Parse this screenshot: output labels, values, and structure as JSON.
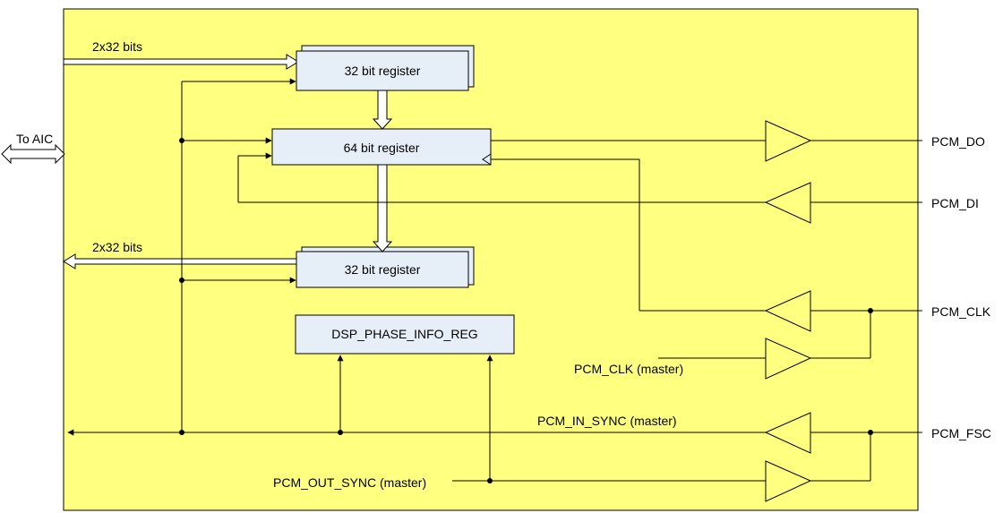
{
  "colors": {
    "block_fill": "#ffff80",
    "register_fill": "#e6eef8",
    "line": "#000000",
    "bus_fill": "#ffffff"
  },
  "labels": {
    "to_aic": "To AIC",
    "bus_in": "2x32 bits",
    "bus_out": "2x32 bits",
    "reg_top": "32 bit register",
    "reg_mid": "64 bit register",
    "reg_bottom": "32 bit register",
    "phase_reg": "DSP_PHASE_INFO_REG",
    "pcm_clk_master": "PCM_CLK (master)",
    "pcm_in_sync_master": "PCM_IN_SYNC (master)",
    "pcm_out_sync_master": "PCM_OUT_SYNC (master)"
  },
  "pins": {
    "pcm_do": "PCM_DO",
    "pcm_di": "PCM_DI",
    "pcm_clk": "PCM_CLK",
    "pcm_fsc": "PCM_FSC"
  }
}
